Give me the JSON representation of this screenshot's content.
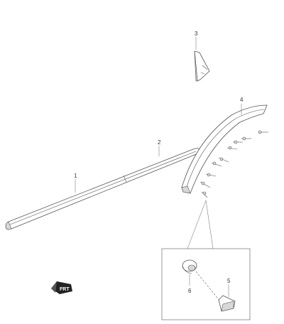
{
  "callouts": {
    "c1": "1",
    "c2": "2",
    "c3": "3",
    "c4": "4",
    "c5": "5",
    "c6": "6"
  },
  "front_arrow": {
    "label": "FRT",
    "icon": "front-direction-arrow-icon"
  }
}
